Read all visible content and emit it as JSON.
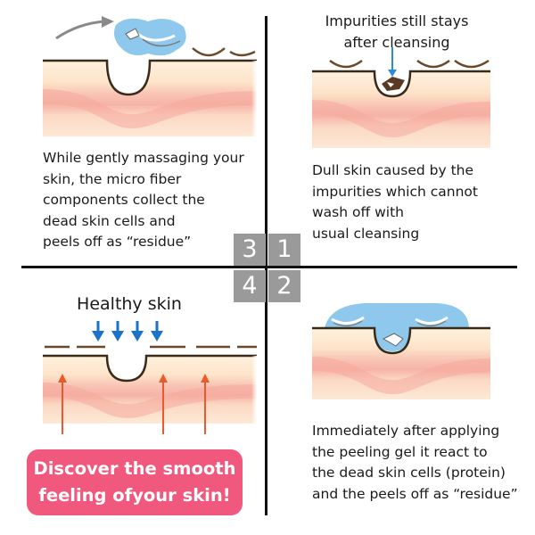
{
  "panels": {
    "p1": {
      "number": "1",
      "label": [
        "Impurities still stays",
        "after cleansing"
      ],
      "desc": [
        "Dull skin caused by the",
        "impurities which cannot",
        "wash off with",
        "usual cleansing"
      ]
    },
    "p2": {
      "number": "2",
      "desc": [
        "Immediately after applying",
        "the peeling gel it react to",
        "the dead skin cells (protein)",
        "and the peels off as “residue”"
      ]
    },
    "p3": {
      "number": "3",
      "desc": [
        "While gently massaging your",
        "skin, the micro fiber",
        "components collect the",
        "dead skin cells and",
        "peels off as “residue”"
      ]
    },
    "p4": {
      "number": "4",
      "label": "Healthy skin"
    }
  },
  "cta": [
    "Discover the smooth",
    "feeling ofyour skin!"
  ],
  "colors": {
    "divider": "#111111",
    "number_box": "#9a9a9a",
    "cta": "#f0587d",
    "gel": "#8ec8ec",
    "skin_top": "#fde9d2",
    "skin_band": "#f7bfb0",
    "skin_line": "#5a3a22",
    "arrow_blue": "#1a73c9",
    "arrow_orange": "#ea5a2c",
    "arrow_gray": "#8a8a8a"
  },
  "icons": [
    "skin-layer-diagram",
    "gel-blob",
    "flake-icon",
    "down-arrow-icon",
    "up-arrow-icon",
    "curved-arrow-icon"
  ]
}
